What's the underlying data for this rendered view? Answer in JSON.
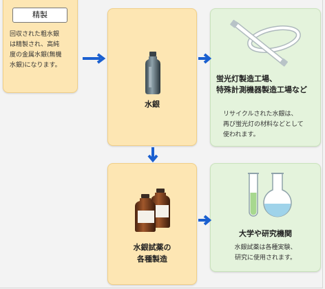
{
  "refine": {
    "title": "精製",
    "desc_lines": [
      "回収された粗水銀",
      "は精製され、高純",
      "度の金属水銀(無機",
      "水銀)になります。"
    ]
  },
  "mercury": {
    "label": "水銀"
  },
  "reagents": {
    "label_lines": [
      "水銀試薬の",
      "各種製造"
    ]
  },
  "factory": {
    "title_lines": [
      "蛍光灯製造工場、",
      "特殊計測機器製造工場など"
    ],
    "desc_lines": [
      "リサイクルされた水銀は、",
      "再び蛍光灯の材料などとして",
      "使われます。"
    ]
  },
  "university": {
    "title": "大学や研究機関",
    "desc_lines": [
      "水銀試薬は各種実験、",
      "研究に使用されます。"
    ]
  },
  "colors": {
    "arrow": "#1a5fd0",
    "yellow_box": "#fde6b3",
    "green_box": "#e4f3dc"
  }
}
